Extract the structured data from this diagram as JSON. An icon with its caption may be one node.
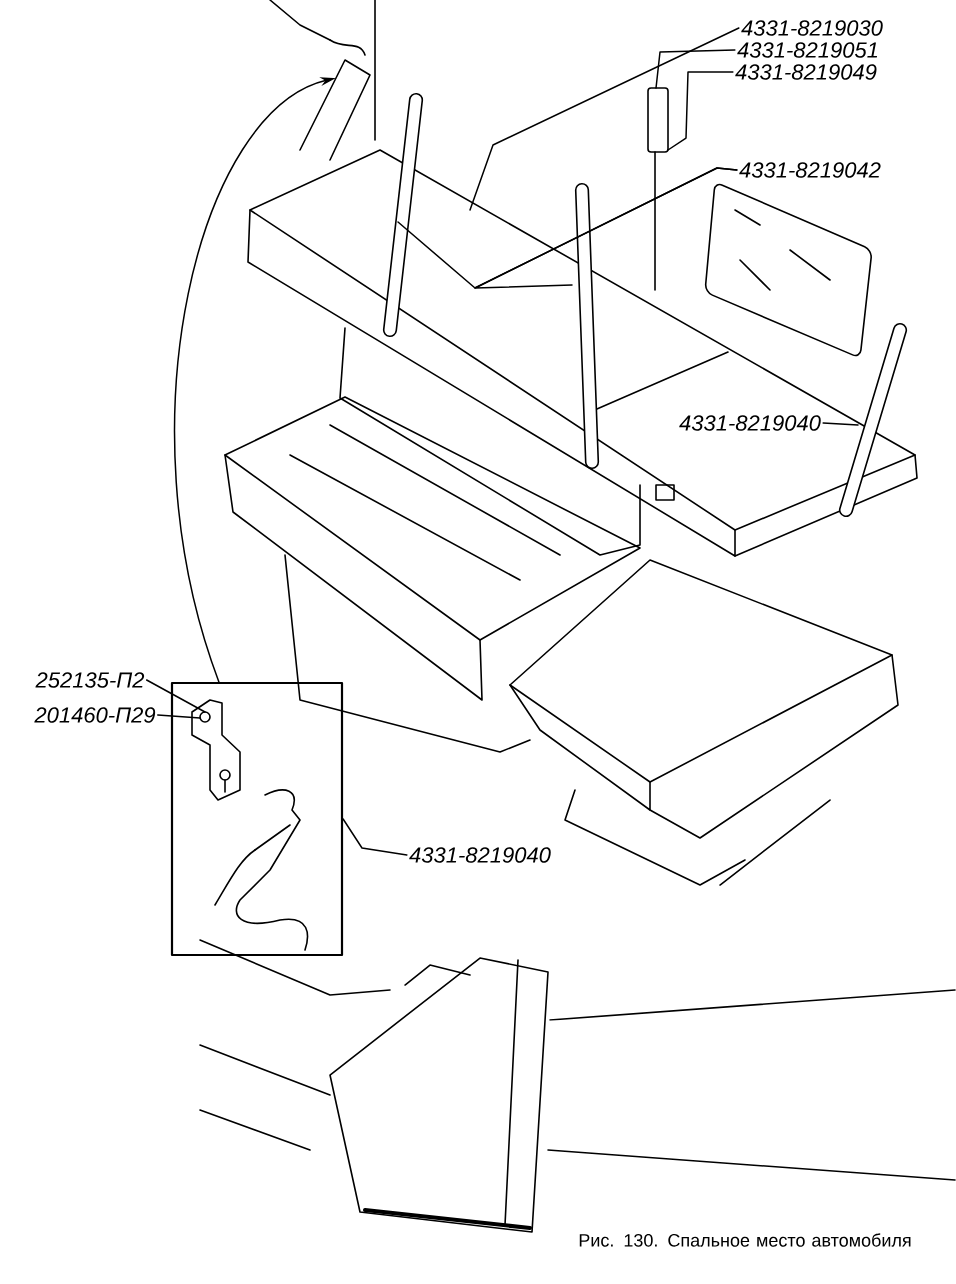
{
  "diagram": {
    "caption": "Рис. 130. Спальное место автомобиля",
    "nodes": [
      {
        "text": [
          "4331-8219030"
        ]
      },
      {
        "text": [
          "4331-8219051"
        ]
      },
      {
        "text": [
          "4331-8219049"
        ]
      },
      {
        "text": [
          "4331-8219042"
        ]
      },
      {
        "text": [
          "4331-8219040"
        ]
      },
      {
        "text": [
          "252135-П2"
        ]
      },
      {
        "text": [
          "201460-П29"
        ]
      },
      {
        "text": [
          "4331-8219040"
        ]
      },
      {
        "text": [],
        "shape": "box"
      },
      {
        "text": [],
        "shape": "picture",
        "in": 8
      }
    ],
    "edges": [
      {
        "from": 0,
        "to": null,
        "arrow": "none"
      },
      {
        "from": 1,
        "to": null,
        "arrow": "none"
      },
      {
        "from": 2,
        "to": null,
        "arrow": "none"
      },
      {
        "from": 3,
        "to": null,
        "arrow": "none"
      },
      {
        "from": 3,
        "to": null,
        "arrow": "none"
      },
      {
        "from": 4,
        "to": null,
        "arrow": "none"
      },
      {
        "from": 5,
        "to": 9,
        "arrow": "none"
      },
      {
        "from": 6,
        "to": 9,
        "arrow": "none"
      },
      {
        "from": 7,
        "to": 8,
        "arrow": "none"
      },
      {
        "from": 8,
        "to": null,
        "arrow": "to"
      }
    ]
  }
}
